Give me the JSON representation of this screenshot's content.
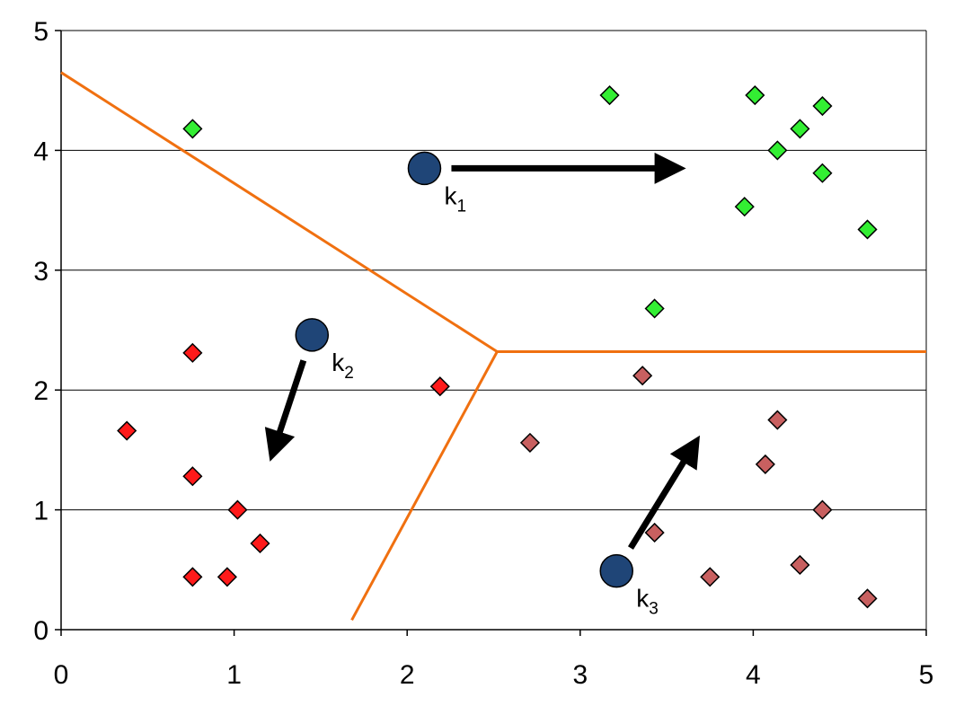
{
  "chart_data": {
    "type": "scatter",
    "title": "",
    "xlabel": "",
    "ylabel": "",
    "xlim": [
      0,
      5
    ],
    "ylim": [
      0,
      5
    ],
    "xticks": [
      "0",
      "1",
      "2",
      "3",
      "4",
      "5"
    ],
    "yticks": [
      "0",
      "1",
      "2",
      "3",
      "4",
      "5"
    ],
    "grid": "horizontal",
    "legend": "none",
    "series": [
      {
        "color": "#33ee33",
        "marker": "diamond",
        "points": [
          [
            0.76,
            4.18
          ],
          [
            3.17,
            4.46
          ],
          [
            4.01,
            4.46
          ],
          [
            4.4,
            4.37
          ],
          [
            4.27,
            4.18
          ],
          [
            4.14,
            4.0
          ],
          [
            4.4,
            3.81
          ],
          [
            3.95,
            3.53
          ],
          [
            4.66,
            3.34
          ],
          [
            3.43,
            2.68
          ]
        ]
      },
      {
        "color": "#ff1a1a",
        "marker": "diamond",
        "points": [
          [
            0.76,
            2.31
          ],
          [
            2.19,
            2.03
          ],
          [
            0.38,
            1.66
          ],
          [
            0.76,
            1.28
          ],
          [
            1.02,
            1.0
          ],
          [
            1.15,
            0.72
          ],
          [
            0.76,
            0.44
          ],
          [
            0.96,
            0.44
          ]
        ]
      },
      {
        "color": "#c86060",
        "marker": "diamond",
        "points": [
          [
            3.36,
            2.12
          ],
          [
            4.14,
            1.75
          ],
          [
            2.71,
            1.56
          ],
          [
            4.07,
            1.38
          ],
          [
            4.4,
            1.0
          ],
          [
            3.43,
            0.81
          ],
          [
            3.75,
            0.44
          ],
          [
            4.27,
            0.54
          ],
          [
            4.66,
            0.26
          ]
        ]
      }
    ],
    "centroids": [
      {
        "label": "k",
        "sub": "1",
        "x": 2.1,
        "y": 3.85,
        "arrow_to": [
          3.57,
          3.85
        ]
      },
      {
        "label": "k",
        "sub": "2",
        "x": 1.45,
        "y": 2.46,
        "arrow_to": [
          1.22,
          1.46
        ]
      },
      {
        "label": "k",
        "sub": "3",
        "x": 3.21,
        "y": 0.49,
        "arrow_to": [
          3.67,
          1.57
        ]
      }
    ],
    "centroid_color": "#1f4577",
    "boundary_color": "#f07010",
    "boundaries": [
      [
        [
          0.0,
          4.65
        ],
        [
          2.52,
          2.32
        ]
      ],
      [
        [
          2.52,
          2.32
        ],
        [
          5.0,
          2.32
        ]
      ],
      [
        [
          2.52,
          2.32
        ],
        [
          1.68,
          0.08
        ]
      ]
    ]
  }
}
